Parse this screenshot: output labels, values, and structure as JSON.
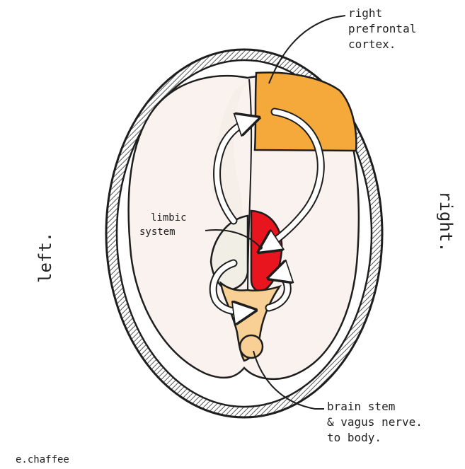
{
  "labels": {
    "prefrontal_line1": "right",
    "prefrontal_line2": "prefrontal",
    "prefrontal_line3": "cortex.",
    "limbic_line1": "limbic",
    "limbic_line2": "system",
    "stem_line1": "brain stem",
    "stem_line2": "& vagus nerve.",
    "stem_line3": "to body.",
    "left": "left.",
    "right": "right.",
    "signature": "e.chaffee"
  },
  "colors": {
    "prefrontal": "#F5A93A",
    "limbic_right": "#E8141E",
    "limbic_left": "#F1EEE6",
    "brain": "#FAF2EE",
    "brainstem": "#F8CF94",
    "skull_hatch": "#555555",
    "outline": "#1E1E1E"
  }
}
